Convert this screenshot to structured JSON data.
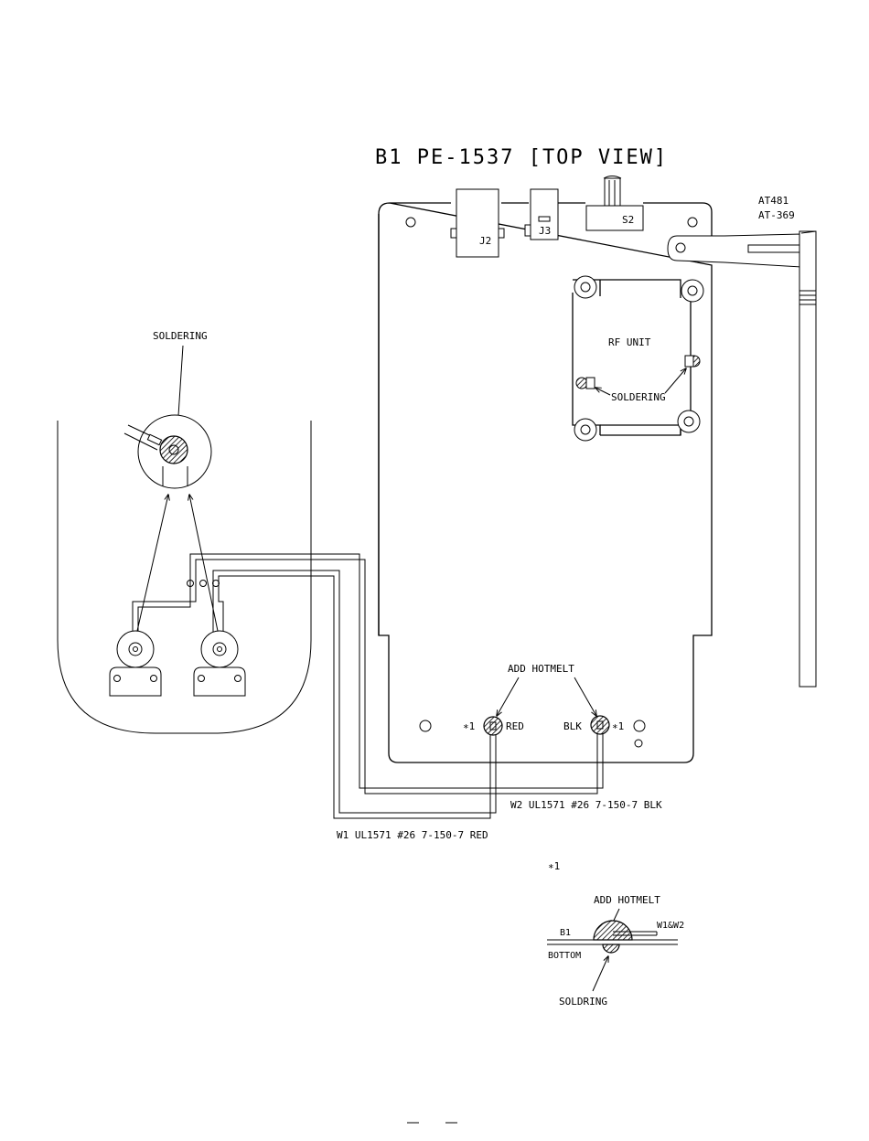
{
  "title": "B1 PE-1537 [TOP VIEW]",
  "board": {
    "connectors": {
      "j2": "J2",
      "j3": "J3",
      "s2": "S2"
    },
    "antenna": {
      "line1": "AT481",
      "line2": "AT-369"
    },
    "rf_unit": {
      "label": "RF UNIT",
      "soldering": "SOLDERING"
    },
    "hotmelt": "ADD HOTMELT",
    "pads": {
      "left": {
        "mark": "∗1",
        "label": "RED"
      },
      "right": {
        "mark": "∗1",
        "label": "BLK"
      }
    }
  },
  "wires": {
    "w2": "W2 UL1571 #26 7-150-7 BLK",
    "w1": "W1 UL1571 #26 7-150-7 RED"
  },
  "speaker_detail": {
    "soldering": "SOLDERING"
  },
  "note": {
    "mark": "∗1",
    "hotmelt": "ADD HOTMELT",
    "b1": "B1",
    "w1w2": "W1&W2",
    "bottom": "BOTTOM",
    "soldring": "SOLDRING"
  },
  "colors": {
    "ink": "#000000",
    "paper": "#ffffff"
  }
}
